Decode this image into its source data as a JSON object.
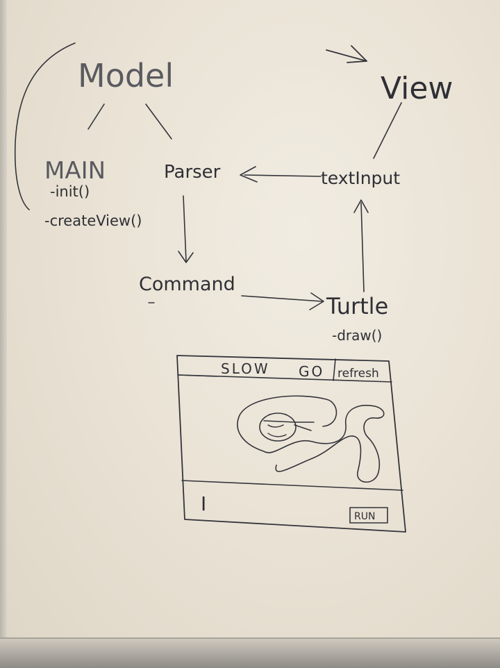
{
  "nodes": {
    "model": "Model",
    "view": "View",
    "main": "MAIN",
    "main_methods": [
      "-init()",
      "-createView()"
    ],
    "parser": "Parser",
    "text_input": "textInput",
    "command": "Command",
    "turtle": "Turtle",
    "turtle_methods": [
      "-draw()"
    ]
  },
  "mockup": {
    "buttons": {
      "slow": "SLOW",
      "go": "GO",
      "refresh": "refresh",
      "run": "RUN"
    },
    "input_cursor": "I"
  },
  "colors": {
    "ink": "#2f2f35",
    "board": "#ece6da"
  }
}
